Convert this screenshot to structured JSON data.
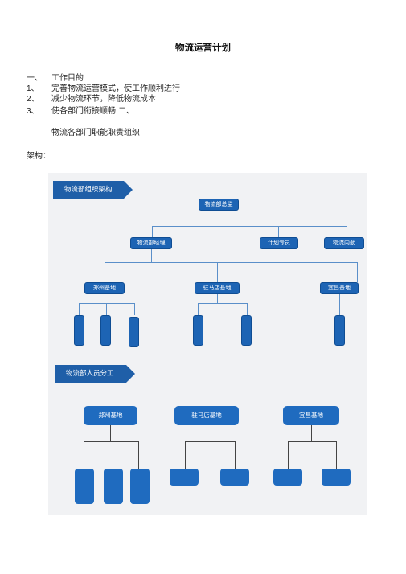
{
  "document": {
    "title": "物流运营计划",
    "sections": [
      {
        "num": "一、",
        "text": "工作目的"
      },
      {
        "num": "1、",
        "text": "完善物流运营模式，使工作顺利进行"
      },
      {
        "num": "2、",
        "text": "减少物流环节，降低物流成本"
      },
      {
        "num": "3、",
        "text": "使各部门衔接顺畅  二、"
      }
    ],
    "para": "物流各部门职能职责组织",
    "arch_label": "架构："
  },
  "org_chart": {
    "banner": "物流部组织架构",
    "director": "物流部总监",
    "level2": [
      "物流部经理",
      "计划专员",
      "物流内勤"
    ],
    "bases": [
      "郑州基地",
      "驻马店基地",
      "宜昌基地"
    ]
  },
  "staff_chart": {
    "banner": "物流部人员分工",
    "bases": [
      "郑州基地",
      "驻马店基地",
      "宜昌基地"
    ]
  }
}
